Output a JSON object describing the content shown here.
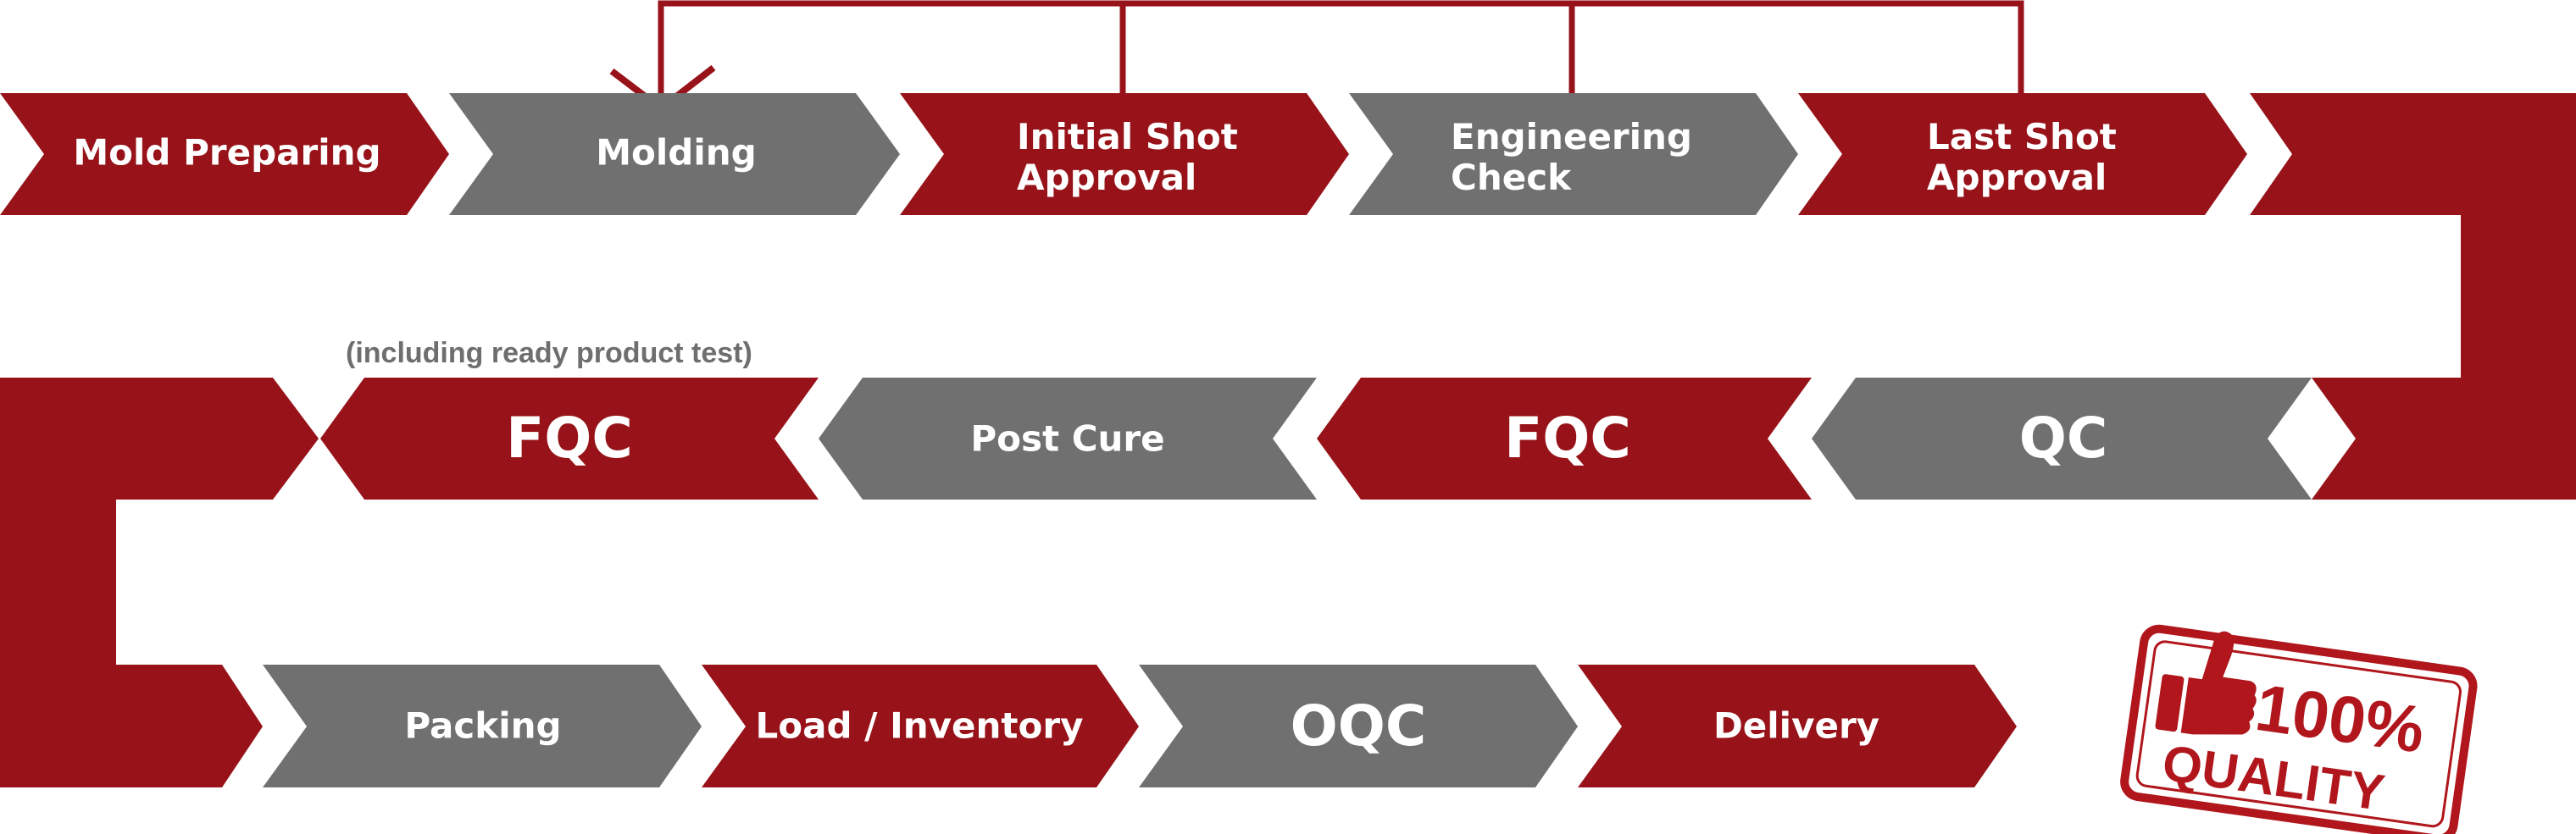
{
  "colors": {
    "red": "#971319",
    "gray": "#707070",
    "note": "#6e6e6e",
    "stamp": "#b0161c"
  },
  "process": {
    "row1": [
      {
        "label": "Mold Preparing",
        "color": "red"
      },
      {
        "label": "Molding",
        "color": "gray"
      },
      {
        "label": "Initial Shot\nApproval",
        "color": "red"
      },
      {
        "label": "Engineering\nCheck",
        "color": "gray"
      },
      {
        "label": "Last Shot\nApproval",
        "color": "red"
      }
    ],
    "row2": [
      {
        "label": "QC",
        "color": "gray"
      },
      {
        "label": "FQC",
        "color": "red"
      },
      {
        "label": "Post Cure",
        "color": "gray"
      },
      {
        "label": "FQC",
        "color": "red"
      }
    ],
    "row3": [
      {
        "label": "Packing",
        "color": "gray"
      },
      {
        "label": "Load / Inventory",
        "color": "red"
      },
      {
        "label": "OQC",
        "color": "gray"
      },
      {
        "label": "Delivery",
        "color": "red"
      }
    ],
    "note": "(including ready product test)"
  },
  "stamp": {
    "line1": "100%",
    "line2": "QUALITY",
    "icon": "thumbs-up-icon"
  }
}
